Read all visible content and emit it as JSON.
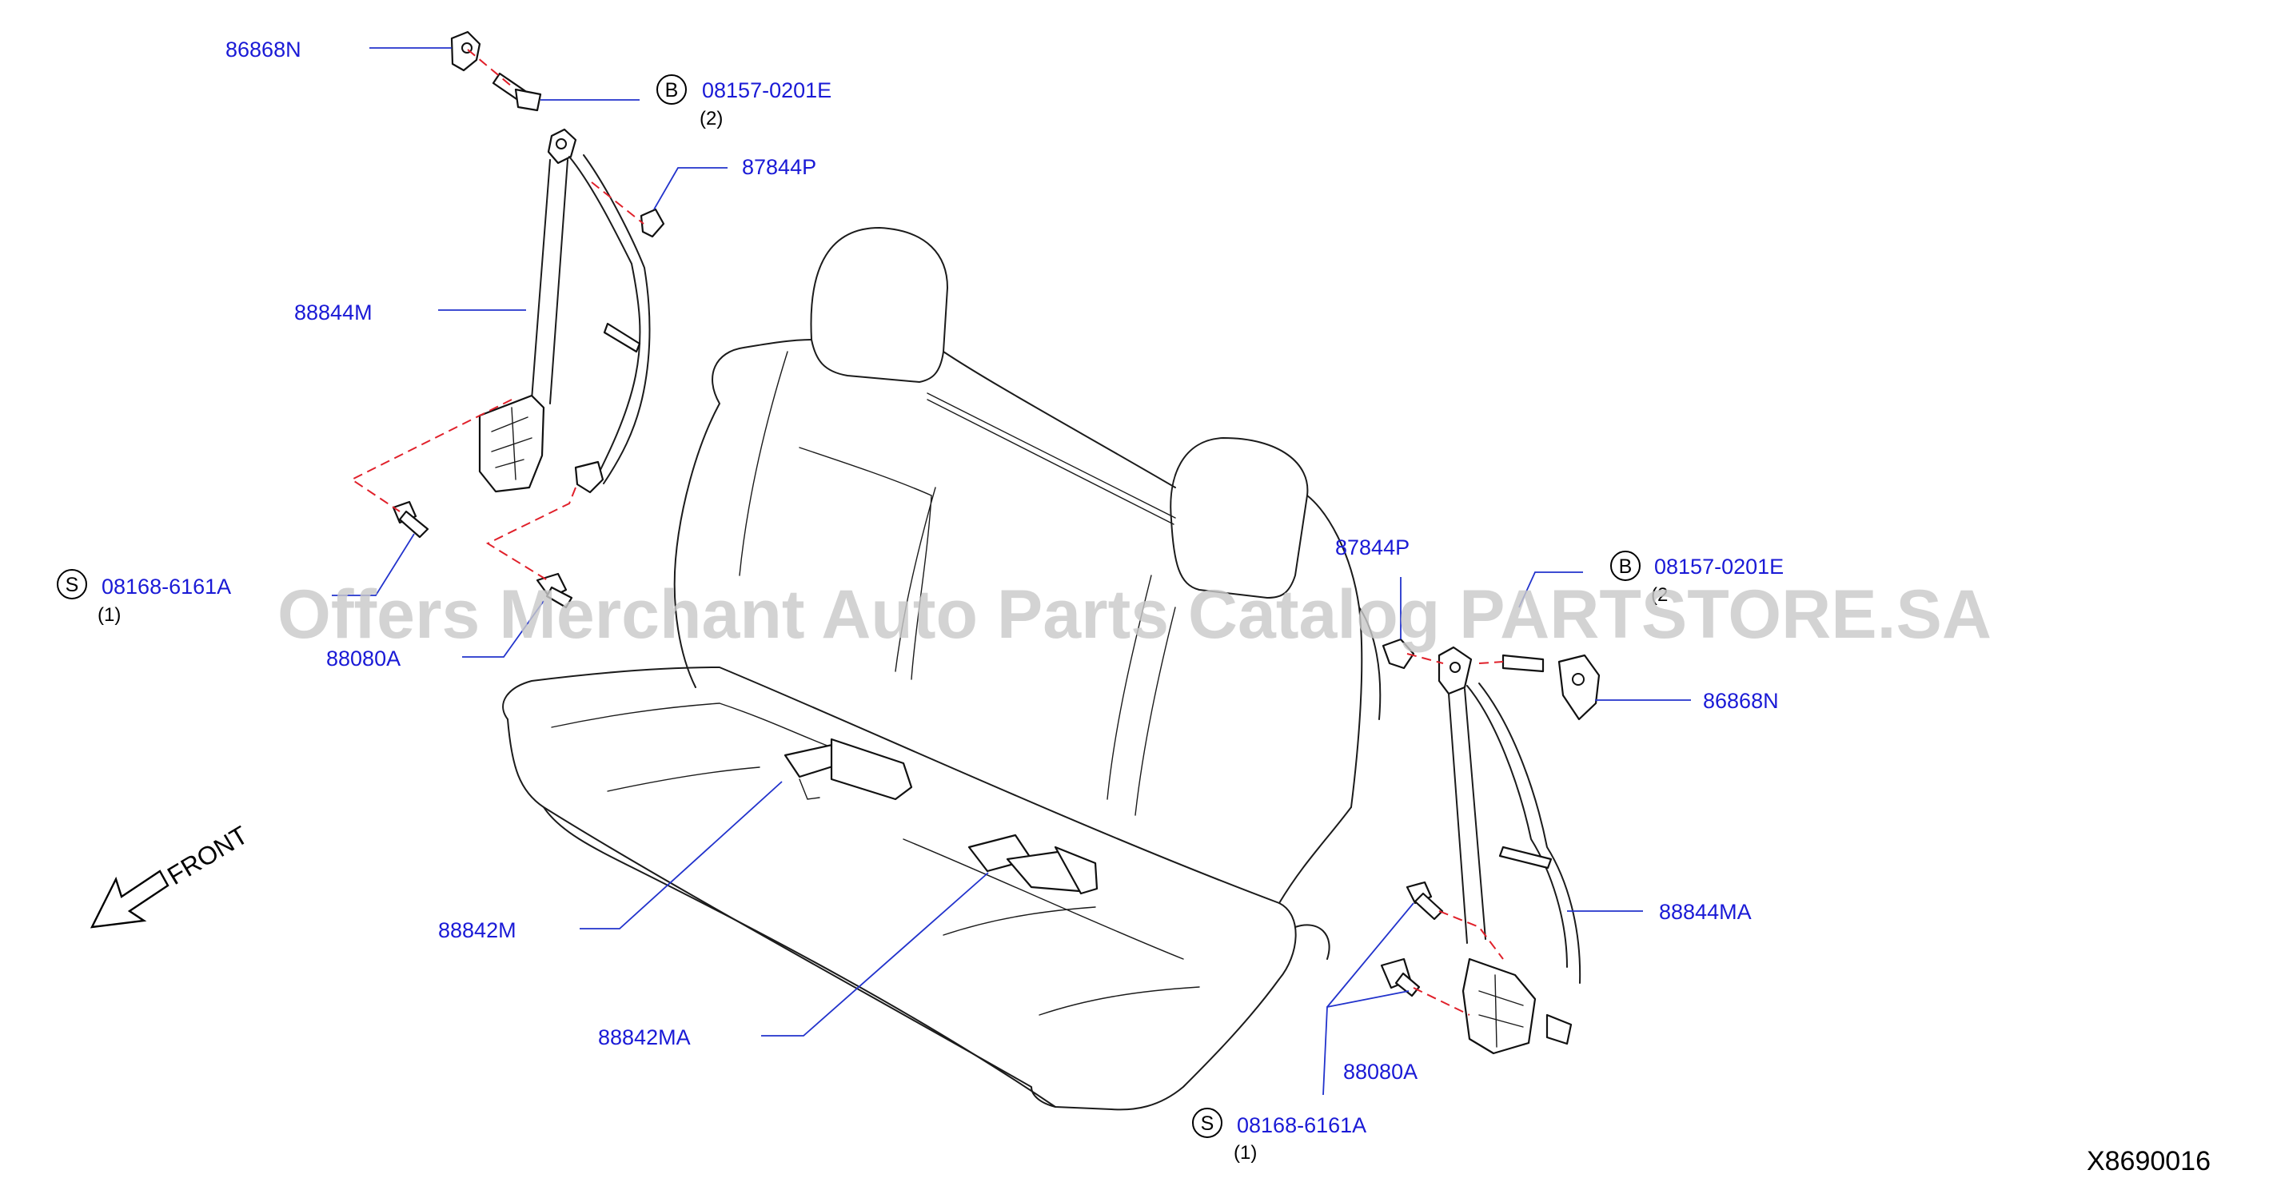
{
  "diagram": {
    "drawing_code": "X8690016",
    "front_label": "FRONT",
    "watermark": "Offers Merchant Auto Parts Catalog PARTSTORE.SA",
    "callouts": {
      "anchor_upper_left": {
        "part_no": "86868N"
      },
      "bolt_upper_left": {
        "symbol": "B",
        "part_no": "08157-0201E",
        "qty": "(2)"
      },
      "cover_upper_left": {
        "part_no": "87844P"
      },
      "belt_left": {
        "part_no": "88844M"
      },
      "bolt_lower_left": {
        "symbol": "S",
        "part_no": "08168-6161A",
        "qty": "(1)"
      },
      "clip_left": {
        "part_no": "88080A"
      },
      "buckle_left": {
        "part_no": "88842M"
      },
      "buckle_right": {
        "part_no": "88842MA"
      },
      "cover_right": {
        "part_no": "87844P"
      },
      "bolt_upper_right": {
        "symbol": "B",
        "part_no": "08157-0201E",
        "qty": "(2"
      },
      "anchor_right": {
        "part_no": "86868N"
      },
      "belt_right": {
        "part_no": "88844MA"
      },
      "clip_right": {
        "part_no": "88080A"
      },
      "bolt_lower_right": {
        "symbol": "S",
        "part_no": "08168-6161A",
        "qty": "(1)"
      }
    }
  }
}
